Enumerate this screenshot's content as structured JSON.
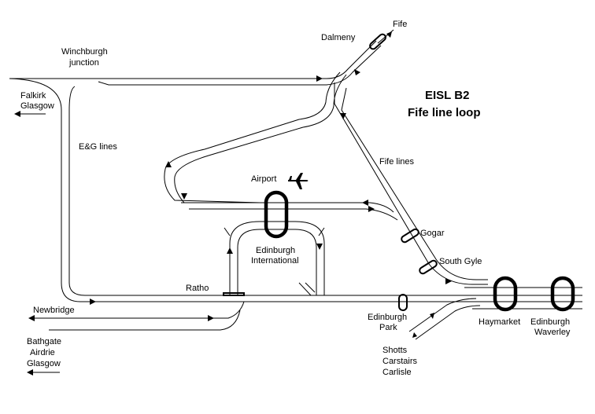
{
  "title": {
    "line1": "EISL B2",
    "line2": "Fife line loop"
  },
  "stations": {
    "dalmeny": "Dalmeny",
    "gogar": "Gogar",
    "south_gyle": "South Gyle",
    "edinburgh_park": [
      "Edinburgh",
      "Park"
    ],
    "haymarket": "Haymarket",
    "edinburgh_waverley": [
      "Edinburgh",
      "Waverley"
    ],
    "edinburgh_international": [
      "Edinburgh",
      "International"
    ],
    "airport": "Airport"
  },
  "places": {
    "fife": "Fife",
    "winchburgh": [
      "Winchburgh",
      "junction"
    ],
    "falkirk": [
      "Falkirk",
      "Glasgow"
    ],
    "eg_lines": "E&G lines",
    "fife_lines": "Fife lines",
    "ratho": "Ratho",
    "newbridge": "Newbridge",
    "bathgate": [
      "Bathgate",
      "Airdrie",
      "Glasgow"
    ],
    "shotts": [
      "Shotts",
      "Carstairs",
      "Carlisle"
    ]
  },
  "icons": {
    "airport": "airplane-icon"
  }
}
